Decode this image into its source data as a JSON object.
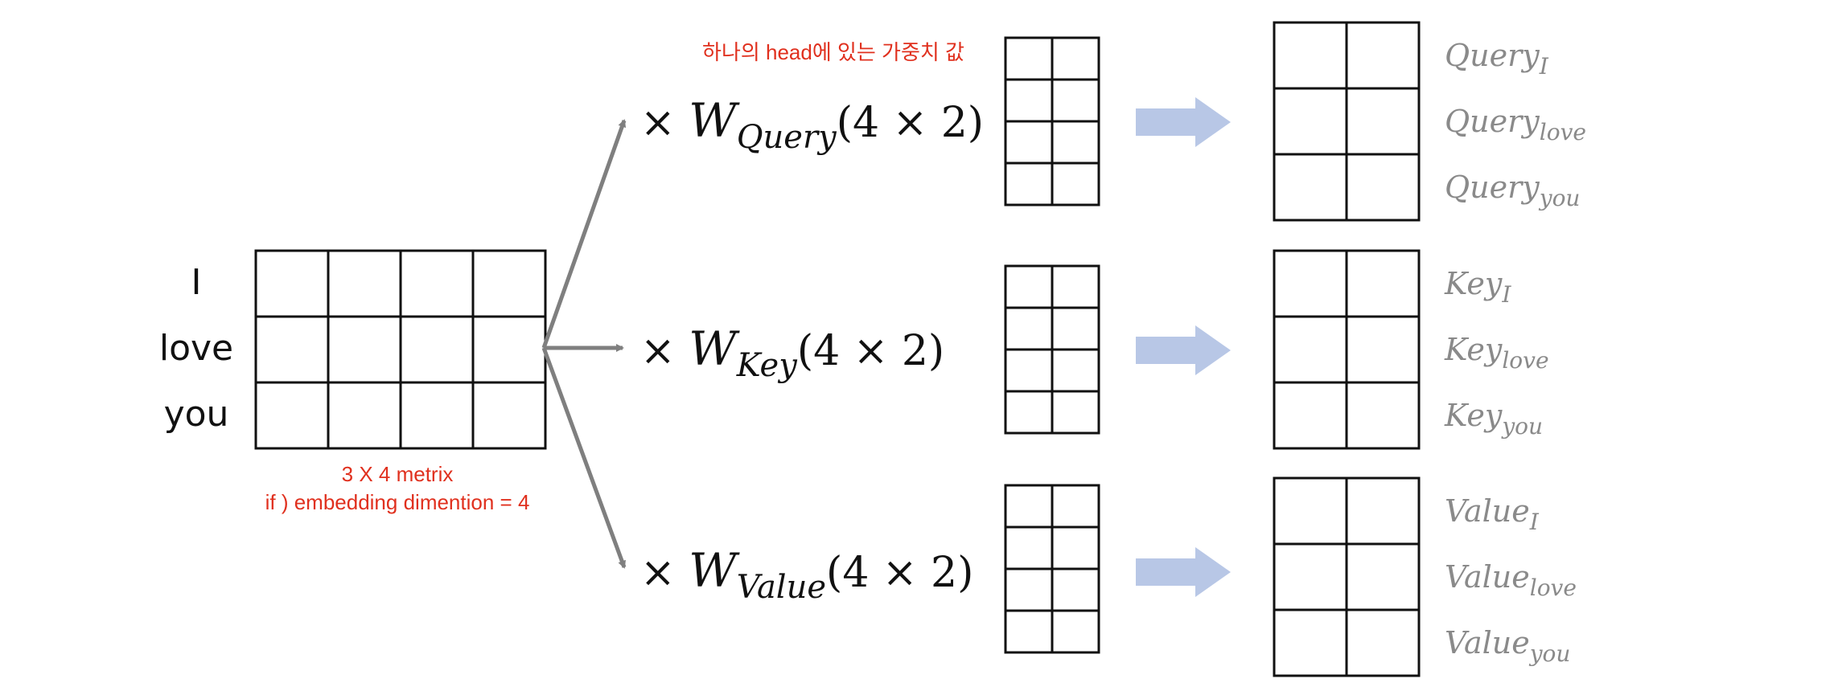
{
  "tokens": [
    "I",
    "love",
    "you"
  ],
  "input_matrix": {
    "rows": 3,
    "cols": 4
  },
  "weight_matrix": {
    "rows": 4,
    "cols": 2
  },
  "output_matrix": {
    "rows": 3,
    "cols": 2
  },
  "notes": {
    "head_weights": "하나의 head에 있는 가중치 값",
    "matrix_size": "3 X 4 metrix",
    "embedding": "if ) embedding dimention = 4"
  },
  "colors": {
    "note_red": "#e0301e",
    "flow_arrow": "#b8c7e6",
    "line_gray": "#7f7f7f",
    "output_gray": "#8a8a8a"
  },
  "branches": [
    {
      "times": "×",
      "w": "W",
      "w_sub": "Query",
      "dims": "(4 × 2)",
      "outputs": [
        {
          "main": "Query",
          "sub": "I"
        },
        {
          "main": "Query",
          "sub": "love"
        },
        {
          "main": "Query",
          "sub": "you"
        }
      ]
    },
    {
      "times": "×",
      "w": "W",
      "w_sub": "Key",
      "dims": "(4 × 2)",
      "outputs": [
        {
          "main": "Key",
          "sub": "I"
        },
        {
          "main": "Key",
          "sub": "love"
        },
        {
          "main": "Key",
          "sub": "you"
        }
      ]
    },
    {
      "times": "×",
      "w": "W",
      "w_sub": "Value",
      "dims": "(4 × 2)",
      "outputs": [
        {
          "main": "Value",
          "sub": "I"
        },
        {
          "main": "Value",
          "sub": "love"
        },
        {
          "main": "Value",
          "sub": "you"
        }
      ]
    }
  ]
}
